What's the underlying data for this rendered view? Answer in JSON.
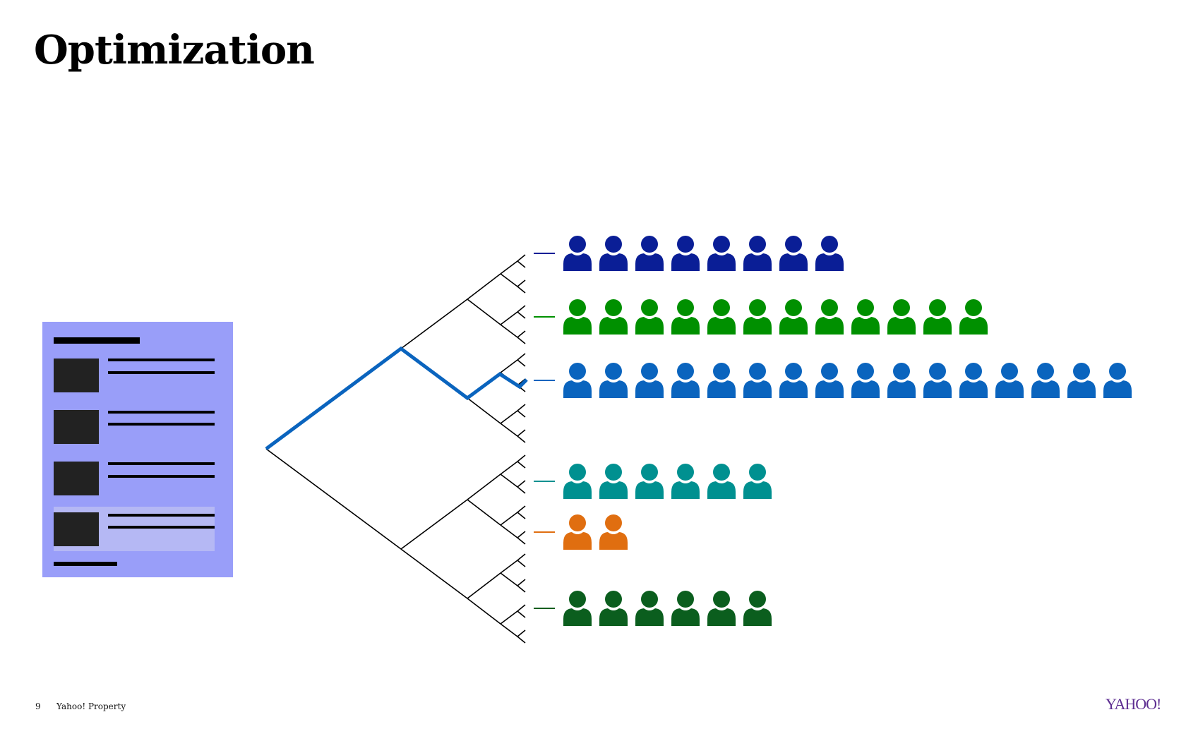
{
  "slide": {
    "title": "Optimization",
    "page_number": "9",
    "footer_label": "Yahoo! Property",
    "logo_text": "YAHOO!"
  },
  "segments": [
    {
      "name": "segment-1",
      "color": "#0a1e96",
      "count": 8
    },
    {
      "name": "segment-2",
      "color": "#009000",
      "count": 12
    },
    {
      "name": "segment-3",
      "color": "#0a64be",
      "count": 16
    },
    {
      "name": "segment-4",
      "color": "#009090",
      "count": 6
    },
    {
      "name": "segment-5",
      "color": "#e06e10",
      "count": 2
    },
    {
      "name": "segment-6",
      "color": "#0b5e1e",
      "count": 6
    }
  ],
  "colors": {
    "card_background": "#999ef9",
    "highlight_path": "#0a64be",
    "tree_lines": "#000000",
    "logo": "#5d2d91"
  },
  "icons": {
    "person": "person-icon"
  }
}
